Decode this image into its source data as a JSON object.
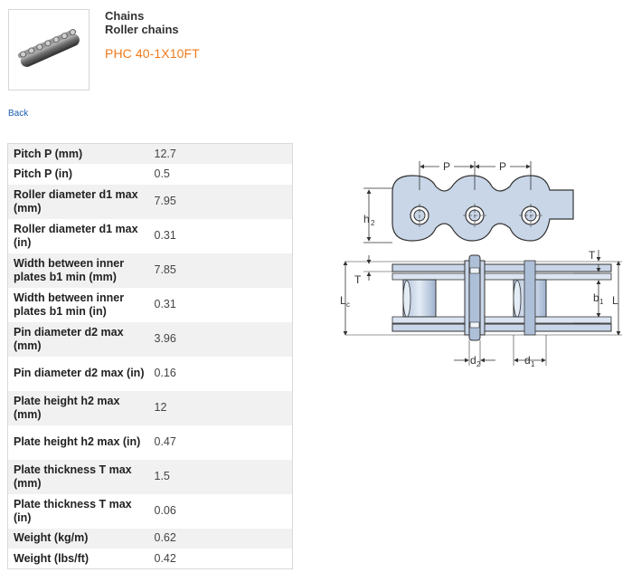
{
  "breadcrumb": {
    "category": "Chains",
    "subcategory": "Roller chains"
  },
  "product": {
    "title": "PHC 40-1X10FT",
    "image_icon": "roller-chain-image"
  },
  "nav": {
    "back_label": "Back"
  },
  "colors": {
    "accent": "#f07a1b",
    "link": "#1a5fb4",
    "row_alt": "#f1f1f1",
    "plate_fill": "#c9d6e8"
  },
  "specs": [
    {
      "label": "Pitch P (mm)",
      "value": "12.7"
    },
    {
      "label": "Pitch P (in)",
      "value": "0.5"
    },
    {
      "label": "Roller diameter d1 max (mm)",
      "value": "7.95"
    },
    {
      "label": "Roller diameter d1 max (in)",
      "value": "0.31"
    },
    {
      "label": "Width between inner plates b1 min (mm)",
      "value": "7.85"
    },
    {
      "label": "Width between inner plates b1 min (in)",
      "value": "0.31"
    },
    {
      "label": "Pin diameter d2 max (mm)",
      "value": "3.96"
    },
    {
      "label": "Pin diameter d2 max (in)",
      "value": "0.16"
    },
    {
      "label": "Plate height h2 max (mm)",
      "value": "12"
    },
    {
      "label": "Plate height h2 max (in)",
      "value": "0.47"
    },
    {
      "label": "Plate thickness T max (mm)",
      "value": "1.5"
    },
    {
      "label": "Plate thickness T max (in)",
      "value": "0.06"
    },
    {
      "label": "Weight (kg/m)",
      "value": "0.62"
    },
    {
      "label": "Weight (lbs/ft)",
      "value": "0.42"
    }
  ],
  "diagram_labels": {
    "pitch_1": "P",
    "pitch_2": "P",
    "plate_height": "h",
    "plate_height_sub": "2",
    "plate_thickness_left": "T",
    "plate_thickness_right": "T",
    "overall_length_c": "L",
    "overall_length_c_sub": "c",
    "overall_length": "L",
    "inner_width": "b",
    "inner_width_sub": "1",
    "pin_diameter": "d",
    "pin_diameter_sub": "2",
    "roller_diameter": "d",
    "roller_diameter_sub": "1"
  }
}
